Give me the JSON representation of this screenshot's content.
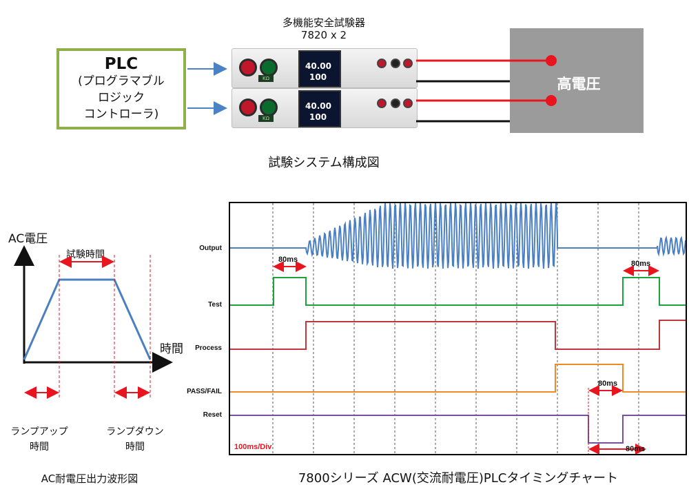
{
  "system": {
    "device_title": "多機能安全試験器",
    "device_model": "7820 x 2",
    "caption": "試験システム構成図",
    "plc_title": "PLC",
    "plc_lines": [
      "(プログラマブル",
      "ロジック",
      "コントローラ)"
    ],
    "hv_label": "高電圧",
    "screen_values": [
      "40.00",
      "100"
    ]
  },
  "waveform": {
    "y_label": "AC電圧",
    "x_label": "時間",
    "test_time_label": "試験時間",
    "ramp_up_label": [
      "ランプアップ",
      "時間"
    ],
    "ramp_down_label": [
      "ランプダウン",
      "時間"
    ],
    "caption": "AC耐電圧出力波形図"
  },
  "timing": {
    "caption": "7800シリーズ ACW(交流耐電圧)PLCタイミングチャート",
    "signals": [
      "Output",
      "Test",
      "Process",
      "PASS/FAIL",
      "Reset"
    ],
    "div_label": "100ms/Div",
    "ms_labels": [
      "80ms",
      "80ms",
      "80ms",
      "80ms"
    ]
  },
  "colors": {
    "plc_border": "#8db04a",
    "arrow_blue": "#4b82c4",
    "wire_red": "#e8141e",
    "hv_gray": "#9b9b9b",
    "output": "#4a7fc1",
    "test": "#19a33c",
    "process": "#c0373b",
    "passfail": "#f08a24",
    "reset": "#7b4fa0",
    "dashed_red": "#e8141e"
  }
}
